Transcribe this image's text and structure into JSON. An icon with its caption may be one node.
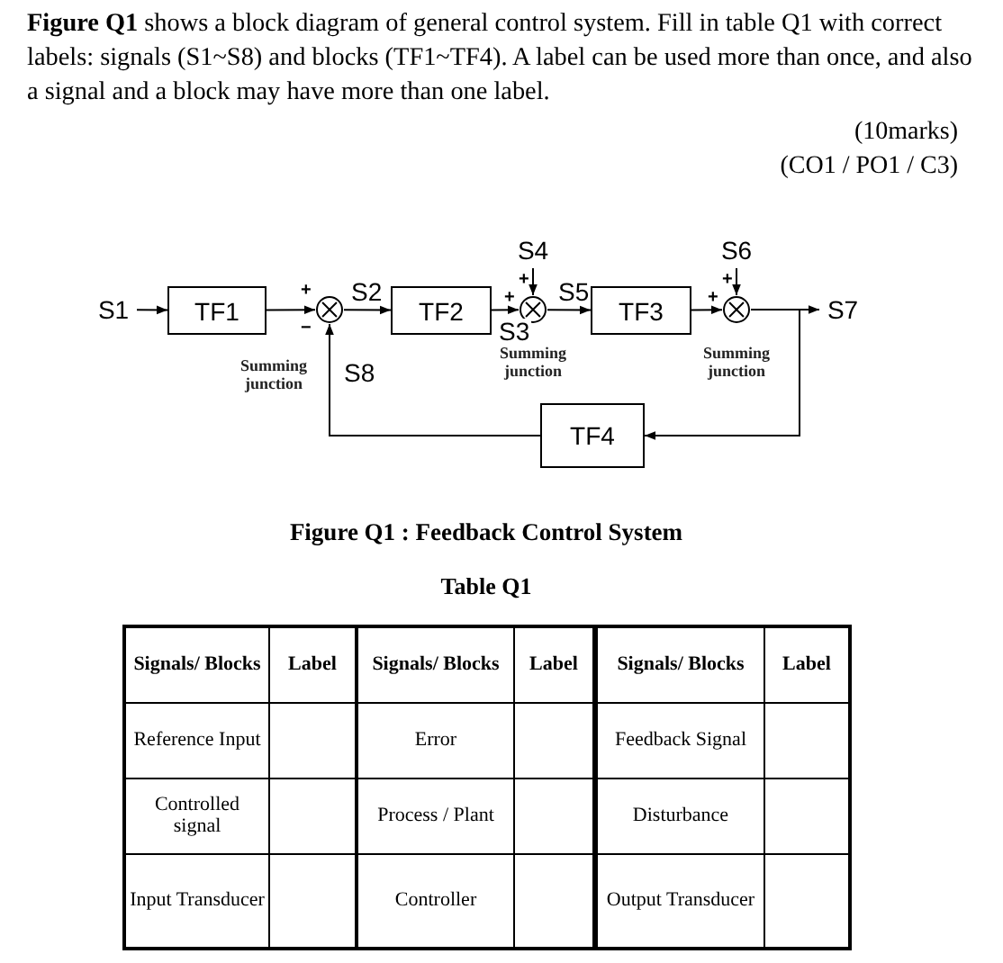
{
  "diagram": {
    "caption": "Figure Q1 : Feedback Control System",
    "nodes": [
      {
        "text": [
          "S1"
        ]
      },
      {
        "text": [
          "TF1"
        ]
      },
      {
        "text": [],
        "shape": "circle",
        "beside": [
          "+",
          "−",
          "Summing junction"
        ]
      },
      {
        "text": [
          "TF2"
        ]
      },
      {
        "text": [
          "S4"
        ]
      },
      {
        "text": [],
        "shape": "circle",
        "beside": [
          "+",
          "+",
          "Summing junction"
        ]
      },
      {
        "text": [
          "TF3"
        ]
      },
      {
        "text": [
          "S6"
        ]
      },
      {
        "text": [],
        "shape": "circle",
        "beside": [
          "+",
          "+",
          "Summing junction"
        ]
      },
      {
        "text": [
          "S7"
        ]
      },
      {
        "text": [
          "TF4"
        ]
      }
    ],
    "edges": [
      {
        "from": 0,
        "to": 1,
        "arrow": "to"
      },
      {
        "from": 1,
        "to": 2,
        "arrow": "to"
      },
      {
        "from": 2,
        "to": 3,
        "arrow": "to",
        "label": "S2"
      },
      {
        "from": 3,
        "to": 5,
        "arrow": "to",
        "label": "S3"
      },
      {
        "from": 4,
        "to": 5,
        "arrow": "to"
      },
      {
        "from": 5,
        "to": 6,
        "arrow": "to",
        "label": "S5"
      },
      {
        "from": 6,
        "to": 8,
        "arrow": "to"
      },
      {
        "from": 7,
        "to": 8,
        "arrow": "to"
      },
      {
        "from": 8,
        "to": 9,
        "arrow": "to"
      },
      {
        "from": 8,
        "to": 10,
        "arrow": "to"
      },
      {
        "from": 10,
        "to": 2,
        "arrow": "to",
        "label": "S8"
      }
    ],
    "labels": [
      "**Figure Q1** shows a block diagram of general control system. Fill in table Q1 with correct labels: signals (S1~S8) and blocks (TF1~TF4). A label can be used more than once, and also a signal and a block may have more than one label.",
      "(10marks)",
      "(CO1 / PO1 / C3)",
      "Table Q1",
      "Signals/ Blocks",
      "Label",
      "Signals/ Blocks",
      "Label",
      "Signals/ Blocks",
      "Label",
      "Reference Input",
      "Error",
      "Feedback Signal",
      "Controlled signal",
      "Process / Plant",
      "Disturbance",
      "Input Transducer",
      "Controller",
      "Output Transducer"
    ]
  }
}
